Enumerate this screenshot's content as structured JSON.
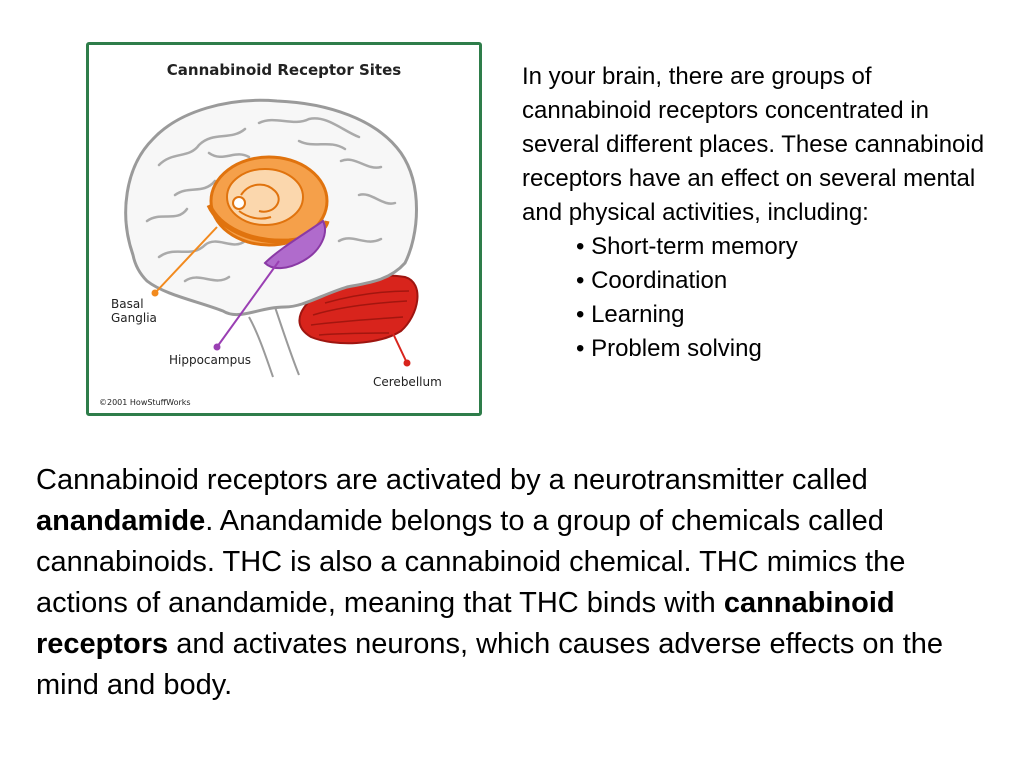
{
  "figure": {
    "title": "Cannabinoid Receptor Sites",
    "labels": {
      "basal_ganglia_line1": "Basal",
      "basal_ganglia_line2": "Ganglia",
      "hippocampus": "Hippocampus",
      "cerebellum": "Cerebellum"
    },
    "copyright": "©2001 HowStuffWorks",
    "colors": {
      "frame": "#2e7d4a",
      "basal_ganglia": "#f28a1e",
      "hippocampus": "#9a3fb3",
      "cerebellum": "#d8241c",
      "brain_fill": "#f7f7f7",
      "brain_outline": "#9a9a9a"
    }
  },
  "intro": {
    "paragraph": "In your brain, there are groups of cannabinoid receptors concentrated in several different places. These cannabinoid receptors have an effect on several mental and physical activities, including:",
    "bullets": [
      "• Short-term memory",
      "• Coordination",
      "• Learning",
      "• Problem solving"
    ]
  },
  "main": {
    "part1": "Cannabinoid receptors are activated by a neurotransmitter called ",
    "bold1": "anandamide",
    "part2": ". Anandamide belongs to a group of chemicals called cannabinoids. THC is also a cannabinoid chemical. THC mimics the actions of anandamide, meaning that THC binds with ",
    "bold2": "cannabinoid receptors",
    "part3": " and activates neurons, which causes adverse effects on the mind and body."
  }
}
